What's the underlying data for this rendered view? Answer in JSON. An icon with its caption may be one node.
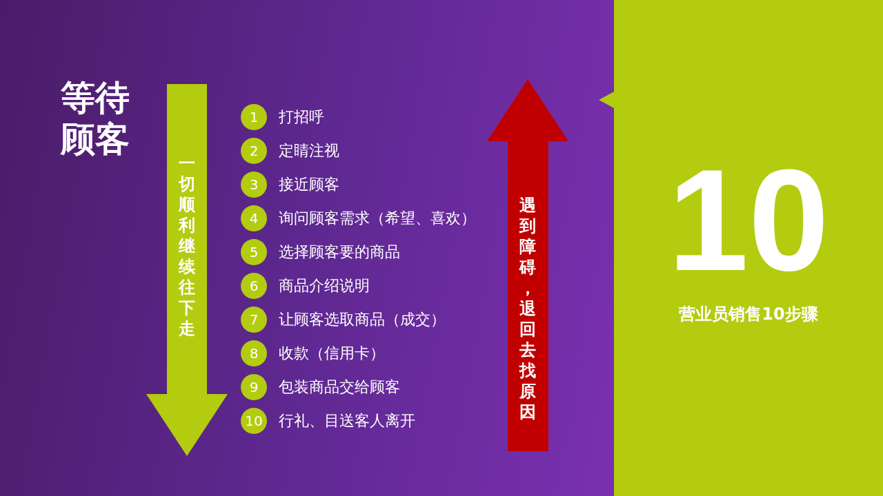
{
  "diagram": {
    "title": "等待顾客",
    "nodes": [
      {
        "text": [
          "一切顺利继续往下走"
        ]
      },
      {
        "text": [
          "1"
        ],
        "beside": [
          "打招呼"
        ]
      },
      {
        "text": [
          "2"
        ],
        "beside": [
          "定睛注视"
        ]
      },
      {
        "text": [
          "3"
        ],
        "beside": [
          "接近顾客"
        ]
      },
      {
        "text": [
          "4"
        ],
        "beside": [
          "询问顾客需求（希望、喜欢）"
        ]
      },
      {
        "text": [
          "5"
        ],
        "beside": [
          "选择顾客要的商品"
        ]
      },
      {
        "text": [
          "6"
        ],
        "beside": [
          "商品介绍说明"
        ]
      },
      {
        "text": [
          "7"
        ],
        "beside": [
          "让顾客选取商品（成交）"
        ]
      },
      {
        "text": [
          "8"
        ],
        "beside": [
          "收款（信用卡）"
        ]
      },
      {
        "text": [
          "9"
        ],
        "beside": [
          "包装商品交给顾客"
        ]
      },
      {
        "text": [
          "10"
        ],
        "beside": [
          "行礼、目送客人离开"
        ]
      },
      {
        "text": [
          "遇到障碍，退回去找原因"
        ]
      },
      {
        "text": [
          "10",
          "营业员销售10步骤"
        ]
      }
    ],
    "edges": []
  }
}
